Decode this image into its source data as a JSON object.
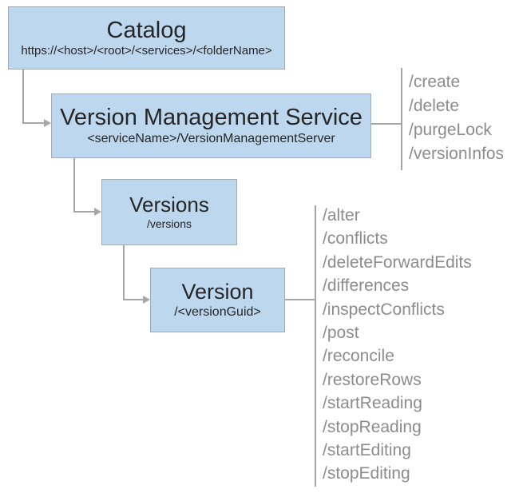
{
  "nodes": {
    "catalog": {
      "title": "Catalog",
      "subtitle": "https://<host>/<root>/<services>/<folderName>"
    },
    "vms": {
      "title": "Version Management Service",
      "subtitle": "<serviceName>/VersionManagementServer"
    },
    "versions": {
      "title": "Versions",
      "subtitle": "/versions"
    },
    "version": {
      "title": "Version",
      "subtitle": "/<versionGuid>"
    }
  },
  "operations": {
    "vms": [
      "/create",
      "/delete",
      "/purgeLock",
      "/versionInfos"
    ],
    "version": [
      "/alter",
      "/conflicts",
      "/deleteForwardEdits",
      "/differences",
      "/inspectConflicts",
      "/post",
      "/reconcile",
      "/restoreRows",
      "/startReading",
      "/stopReading",
      "/startEditing",
      "/stopEditing"
    ]
  },
  "colors": {
    "node_fill": "#bdd7ee",
    "node_border": "#a2aab2",
    "connector": "#a6a6a6",
    "operation_text": "#8c8c8c",
    "node_text": "#262626"
  }
}
